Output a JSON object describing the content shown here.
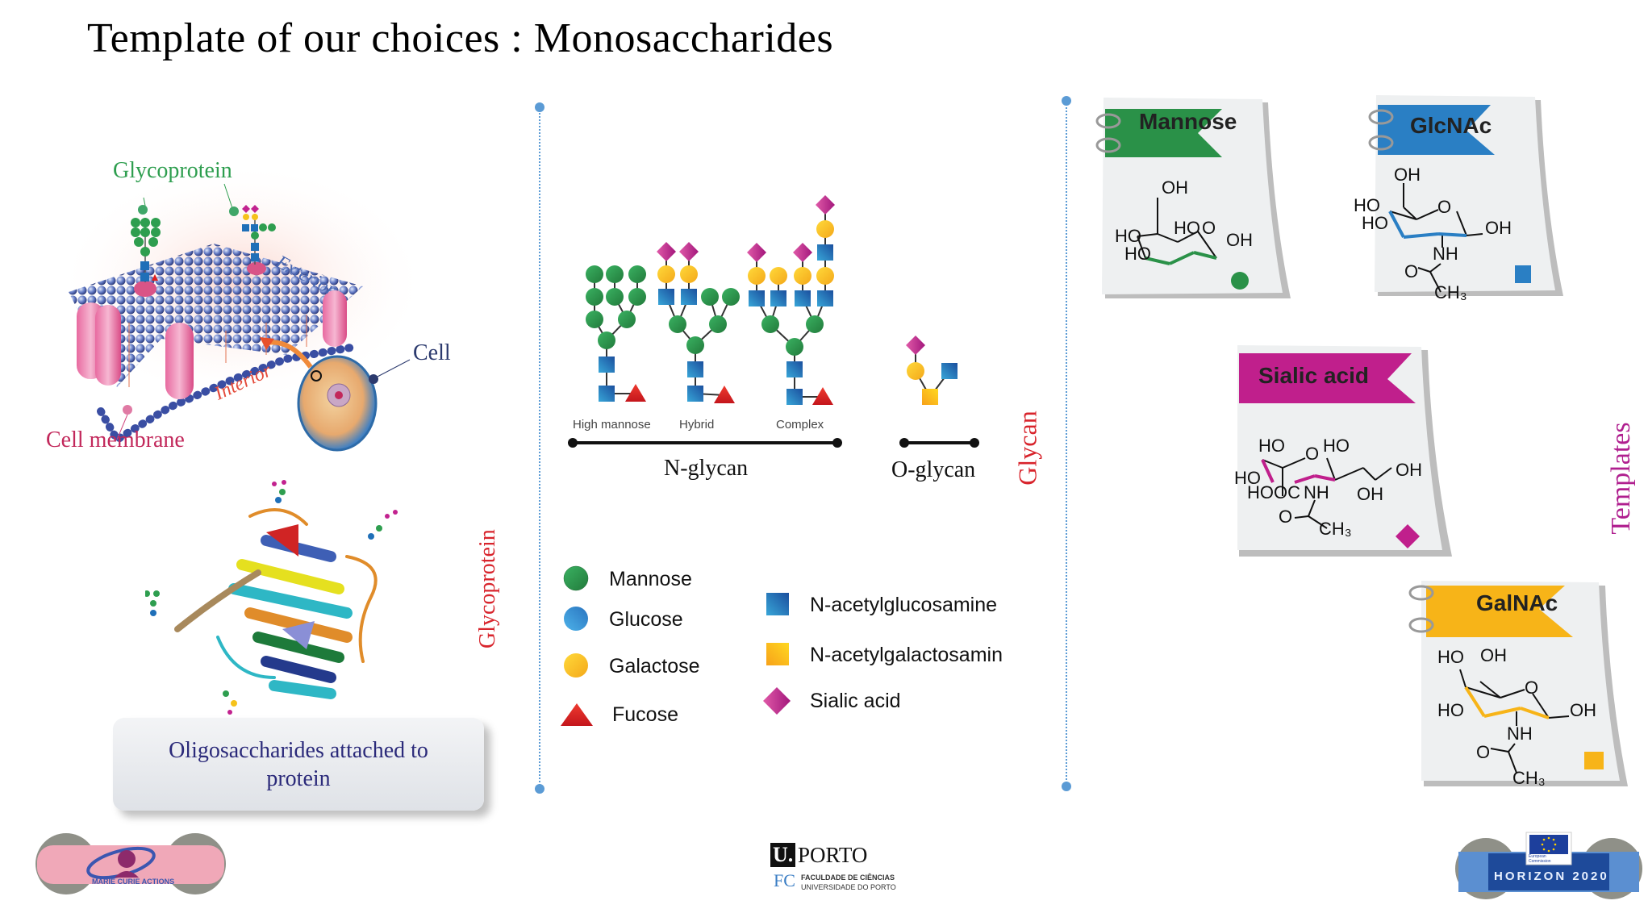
{
  "slide": {
    "title": "Template of our choices : Monosaccharides"
  },
  "membrane_panel": {
    "glycoprotein_label": "Glycoprotein",
    "exterior_label": "Exterior",
    "interior_label": "Interior",
    "cell_label": "Cell",
    "cell_membrane_label": "Cell membrane"
  },
  "protein_panel": {
    "caption": "Oligosaccharides attached to protein",
    "section_label": "Glycoprotein"
  },
  "glycan_panel": {
    "types": [
      {
        "label": "High mannose"
      },
      {
        "label": "Hybrid"
      },
      {
        "label": "Complex"
      }
    ],
    "n_glycan_label": "N-glycan",
    "o_glycan_label": "O-glycan",
    "section_label": "Glycan",
    "legend": {
      "left": [
        {
          "label": "Mannose",
          "shape": "circle",
          "color": "#2e9e4f"
        },
        {
          "label": "Glucose",
          "shape": "circle",
          "color": "#3a8fd1"
        },
        {
          "label": "Galactose",
          "shape": "circle",
          "color": "#f5c21b"
        },
        {
          "label": "Fucose",
          "shape": "triangle",
          "color": "#e0201f"
        }
      ],
      "right": [
        {
          "label": "N-acetylglucosamine",
          "shape": "square",
          "color": "#1f6fb8"
        },
        {
          "label": "N-acetylgalactosamin",
          "shape": "square",
          "color": "#f5b015"
        },
        {
          "label": "Sialic acid",
          "shape": "diamond",
          "color": "#c2228f"
        }
      ]
    }
  },
  "templates_panel": {
    "section_label": "Templates",
    "cards": [
      {
        "name": "Mannose",
        "color": "#2a9148",
        "symbol": "circle",
        "atoms": [
          "OH",
          "HO",
          "O",
          "HO",
          "HO",
          "OH"
        ]
      },
      {
        "name": "GlcNAc",
        "color": "#2a7fc4",
        "symbol": "square",
        "atoms": [
          "OH",
          "O",
          "HO",
          "HO",
          "OH",
          "NH",
          "O",
          "CH3"
        ]
      },
      {
        "name": "Sialic acid",
        "color": "#c01f8c",
        "symbol": "diamond",
        "atoms": [
          "HO",
          "O",
          "HO",
          "HO",
          "HOOC",
          "NH",
          "OH",
          "OH",
          "O",
          "CH3"
        ]
      },
      {
        "name": "GalNAc",
        "color": "#f7b418",
        "symbol": "square",
        "atoms": [
          "HO",
          "OH",
          "O",
          "HO",
          "OH",
          "NH",
          "O",
          "CH3"
        ]
      }
    ]
  },
  "footer": {
    "marie_curie": "MARIE CURIE ACTIONS",
    "uporto_main": "PORTO",
    "uporto_mark": "U.",
    "fc_mark": "FC",
    "fc_line1": "FACULDADE DE CIÊNCIAS",
    "fc_line2": "UNIVERSIDADE DO PORTO",
    "horizon": "HORIZON 2020",
    "ec_label": "European Commission"
  }
}
